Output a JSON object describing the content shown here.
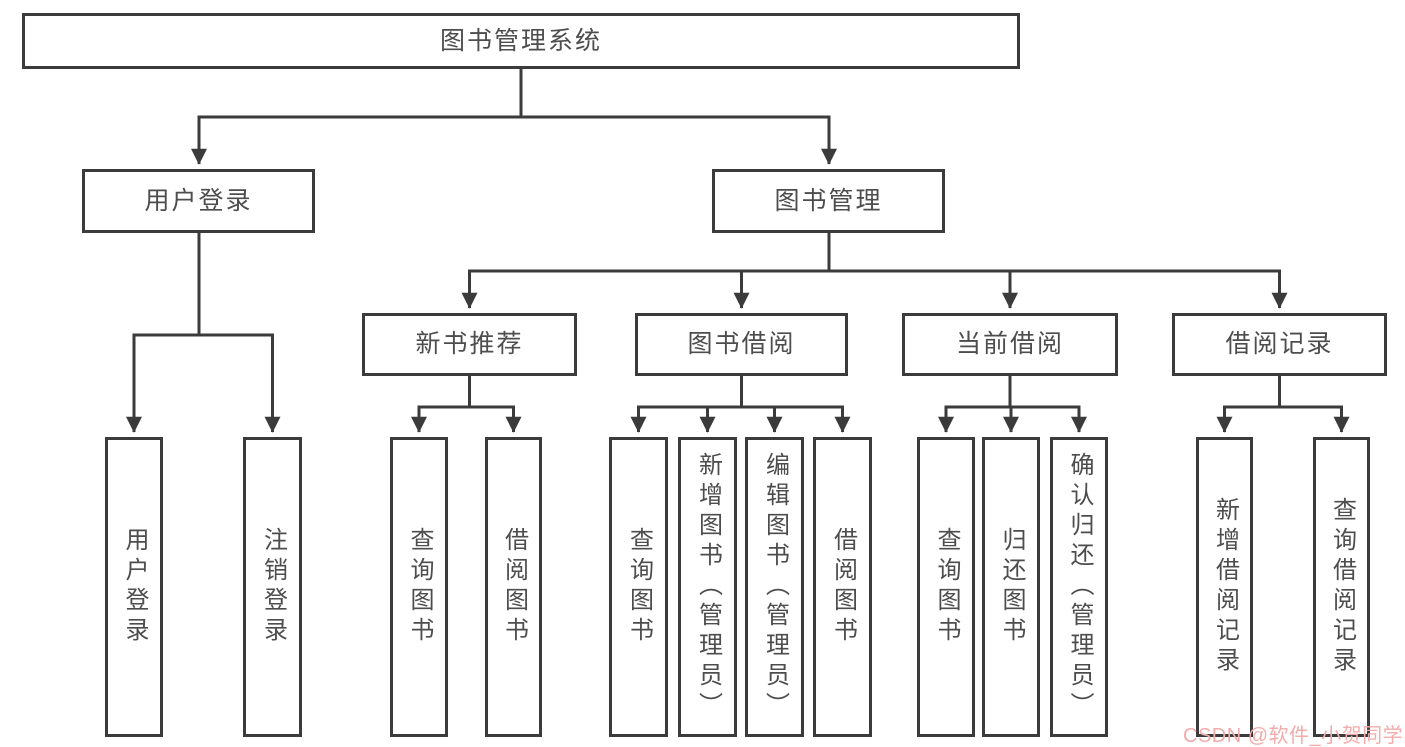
{
  "diagram": {
    "nodes": {
      "root": {
        "label": "图书管理系统"
      },
      "user_login": {
        "label": "用户登录"
      },
      "book_mgmt": {
        "label": "图书管理"
      },
      "new_book_rec": {
        "label": "新书推荐"
      },
      "book_borrow": {
        "label": "图书借阅"
      },
      "current_borrow": {
        "label": "当前借阅"
      },
      "borrow_records": {
        "label": "借阅记录"
      },
      "leaf_user_login": {
        "label": "用户登录"
      },
      "leaf_logout": {
        "label": "注销登录"
      },
      "leaf_nbr_query": {
        "label": "查询图书"
      },
      "leaf_nbr_borrow": {
        "label": "借阅图书"
      },
      "leaf_bb_query": {
        "label": "查询图书"
      },
      "leaf_bb_add": {
        "label": "新增图书（管理员）"
      },
      "leaf_bb_edit": {
        "label": "编辑图书（管理员）"
      },
      "leaf_bb_borrow": {
        "label": "借阅图书"
      },
      "leaf_cb_query": {
        "label": "查询图书"
      },
      "leaf_cb_return": {
        "label": "归还图书"
      },
      "leaf_cb_confirm": {
        "label": "确认归还（管理员）"
      },
      "leaf_br_add": {
        "label": "新增借阅记录"
      },
      "leaf_br_query": {
        "label": "查询借阅记录"
      }
    }
  },
  "watermark": {
    "text": "CSDN @软件_小贺同学"
  },
  "colors": {
    "line": "#3b3b3b",
    "text": "#4d4d4d",
    "watermark": "#f2acac",
    "background": "#ffffff"
  }
}
